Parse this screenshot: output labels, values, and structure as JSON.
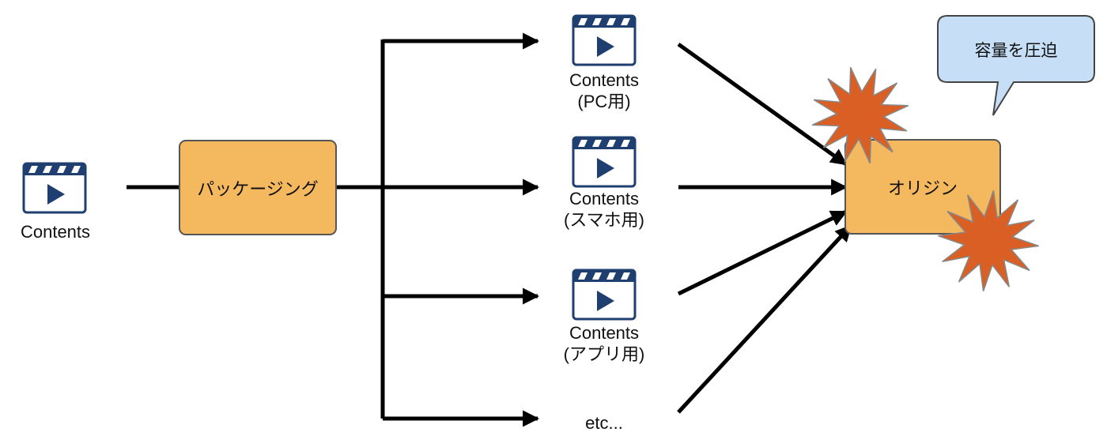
{
  "colors": {
    "box_fill": "#f4b85e",
    "box_border": "#555555",
    "burst_fill": "#d95f25",
    "callout_fill": "#c6dff7",
    "icon_blue": "#1f3f70",
    "line": "#000000"
  },
  "source": {
    "label": "Contents",
    "icon": "video-clapperboard-icon"
  },
  "packaging": {
    "label": "パッケージング"
  },
  "outputs": [
    {
      "title": "Contents",
      "subtitle": "(PC用)",
      "icon": "video-clapperboard-icon"
    },
    {
      "title": "Contents",
      "subtitle": "(スマホ用)",
      "icon": "video-clapperboard-icon"
    },
    {
      "title": "Contents",
      "subtitle": "(アプリ用)",
      "icon": "video-clapperboard-icon"
    },
    {
      "title": "etc...",
      "subtitle": "",
      "icon": ""
    }
  ],
  "origin": {
    "label": "オリジン"
  },
  "callout": {
    "text": "容量を圧迫"
  }
}
